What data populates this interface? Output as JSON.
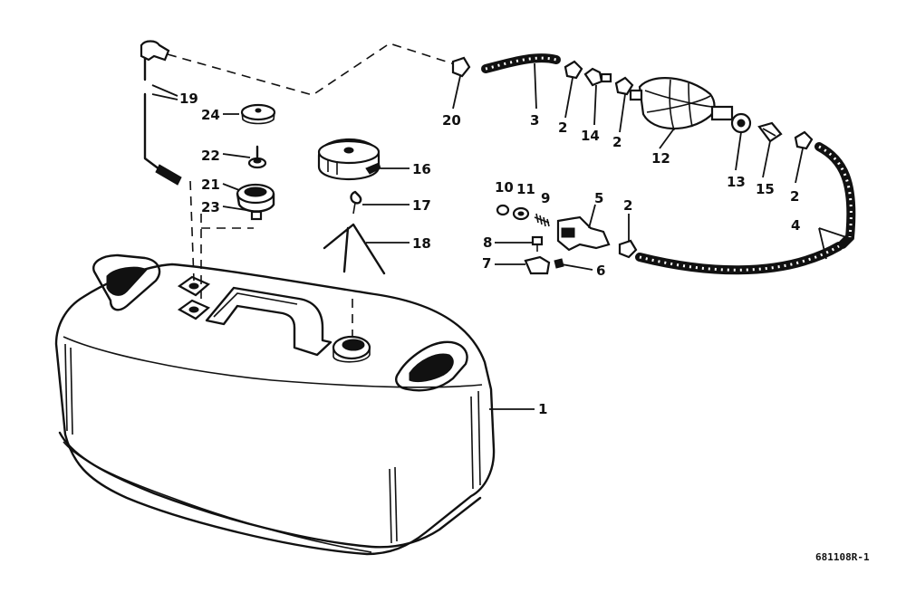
{
  "figure_id": "681108R-1",
  "callouts": {
    "c1": "1",
    "c2a": "2",
    "c2b": "2",
    "c2c": "2",
    "c2d": "2",
    "c3": "3",
    "c4": "4",
    "c5": "5",
    "c6": "6",
    "c7": "7",
    "c8": "8",
    "c9": "9",
    "c10": "10",
    "c11": "11",
    "c12": "12",
    "c13": "13",
    "c14": "14",
    "c15": "15",
    "c16": "16",
    "c17": "17",
    "c18": "18",
    "c19": "19",
    "c20": "20",
    "c21": "21",
    "c22": "22",
    "c23": "23",
    "c24": "24"
  }
}
